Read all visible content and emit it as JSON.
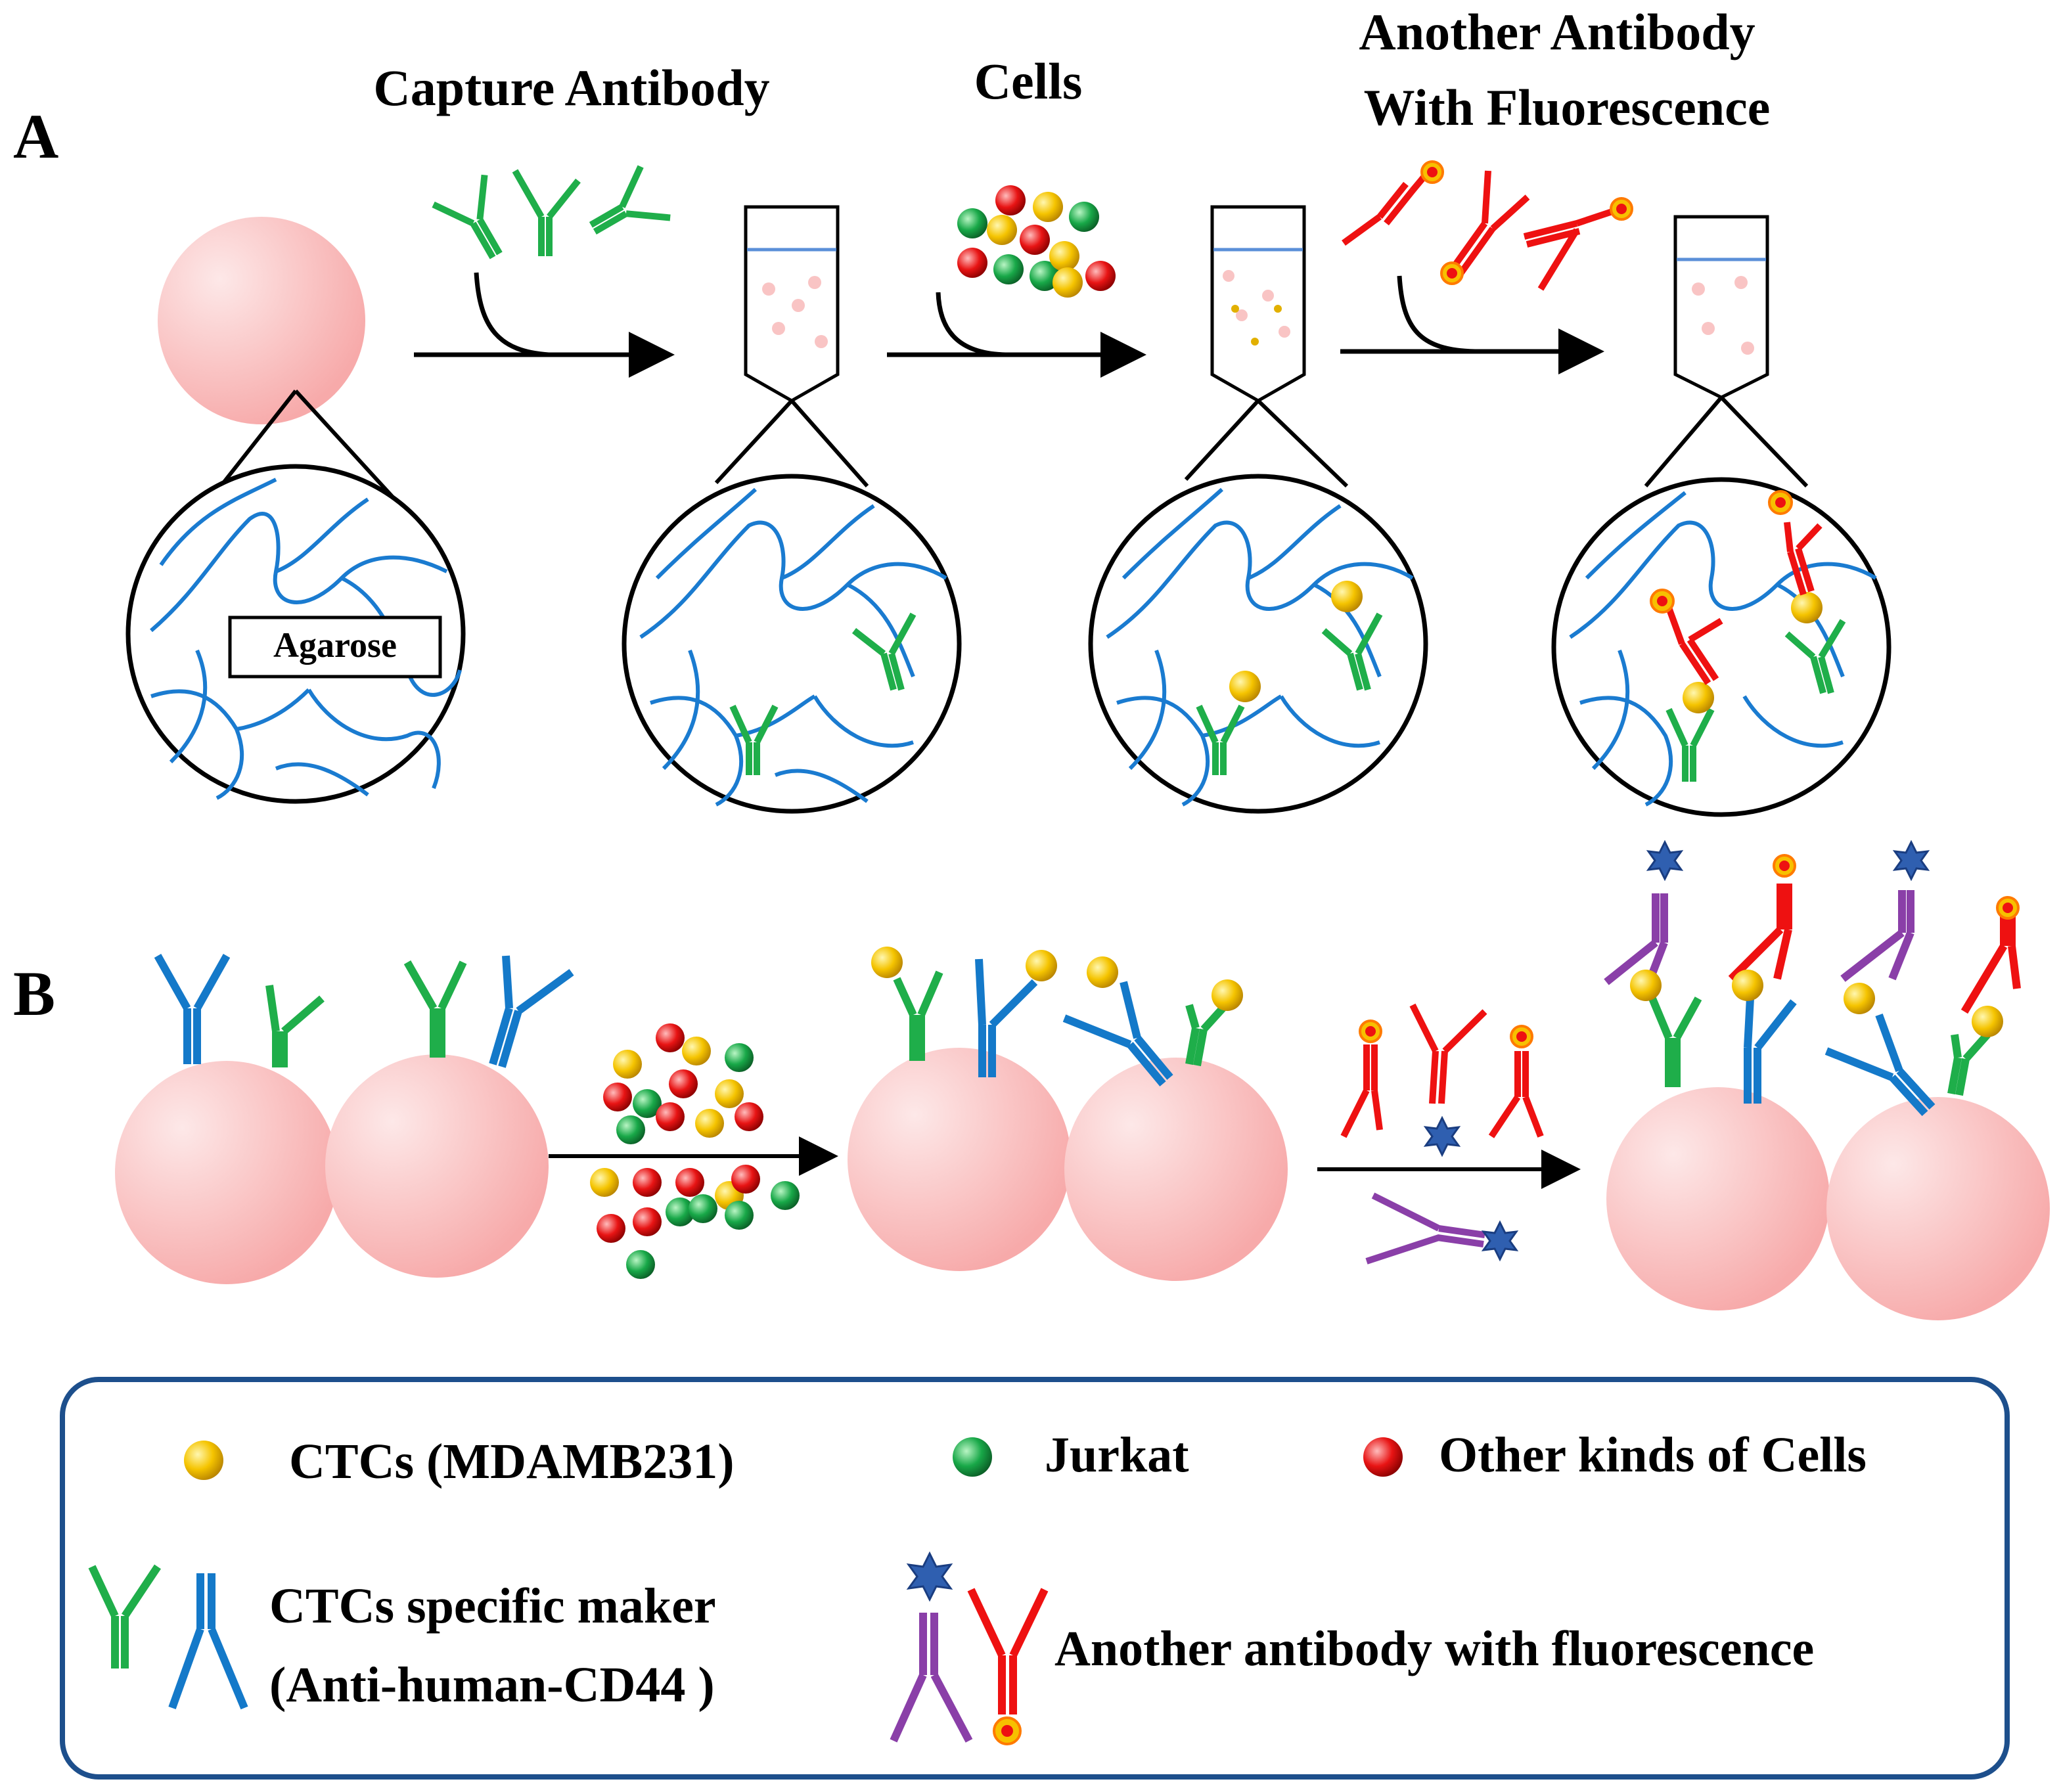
{
  "panels": {
    "a": "A",
    "b": "B"
  },
  "steps": {
    "capture": "Capture Antibody",
    "cells": "Cells",
    "another_line1": "Another Antibody",
    "another_line2": "With Fluorescence"
  },
  "agarose_label": "Agarose",
  "legend": {
    "ctcs": "CTCs (MDAMB231)",
    "jurkat": "Jurkat",
    "other": "Other kinds of Cells",
    "marker_line1": "CTCs specific maker",
    "marker_line2": "(Anti-human-CD44 )",
    "fluor": "Another antibody with fluorescence"
  },
  "colors": {
    "bead": "#f9b8b8",
    "network": "#1a7bd0",
    "capture_green": "#1fae4a",
    "capture_blue": "#1479c9",
    "fluor_red": "#ee1111",
    "fluor_purple": "#8a3fa8",
    "ctc_yellow": "#f2c200",
    "jurkat_green": "#17a046",
    "other_red": "#e01010",
    "legend_border": "#1d4f8c"
  }
}
